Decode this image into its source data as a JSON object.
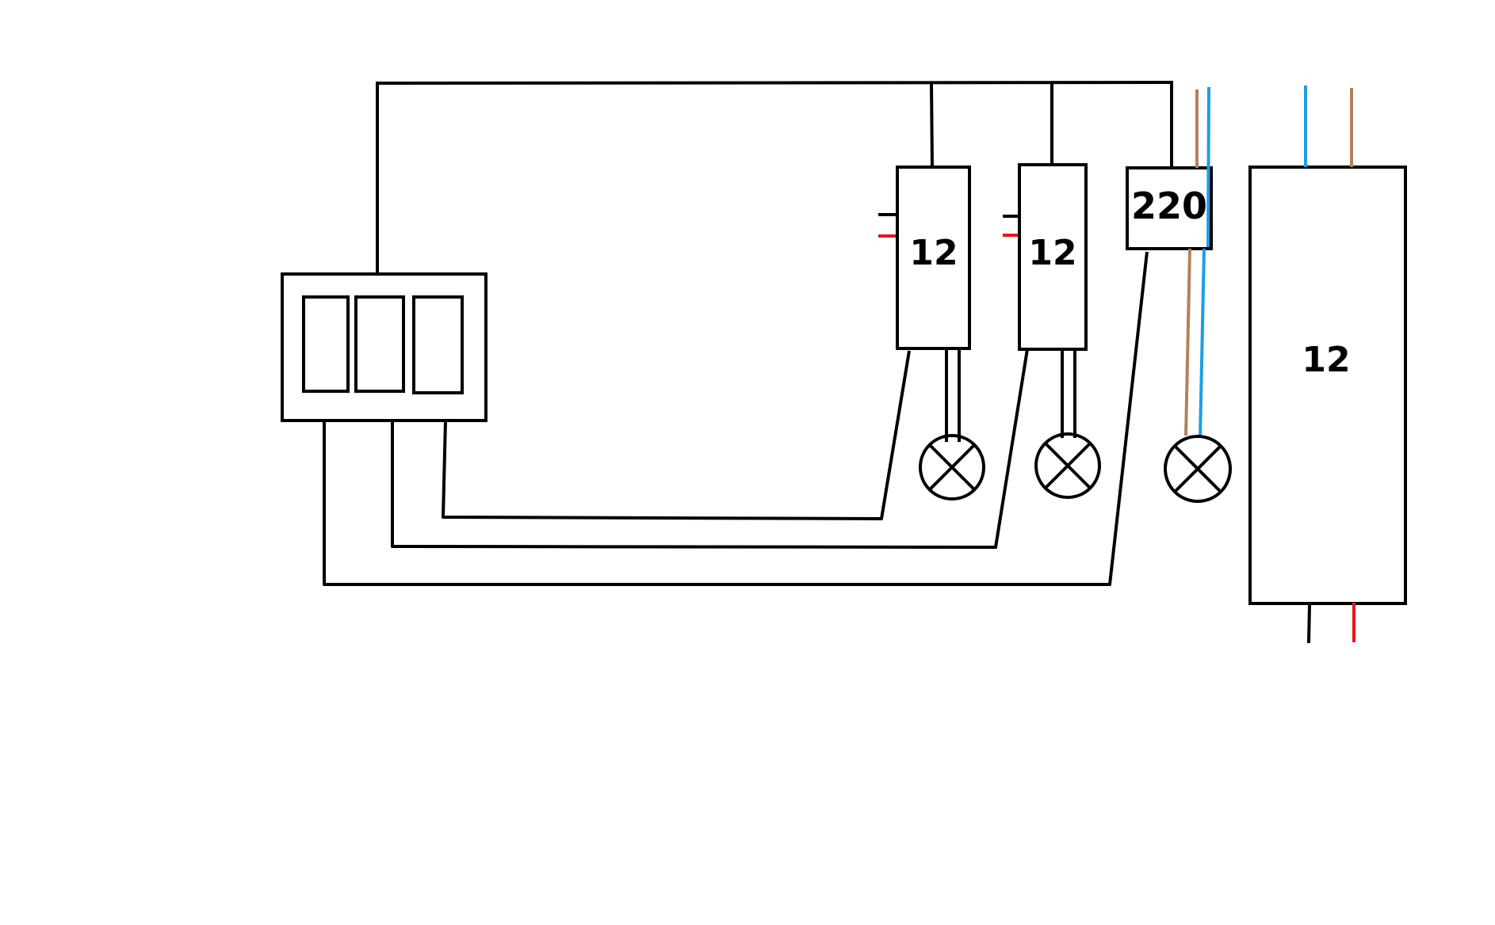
{
  "labels": {
    "driver_1": "12",
    "driver_2": "12",
    "transformer_220": "220",
    "power_supply": "12"
  },
  "colors": {
    "wire_black": "#000000",
    "wire_red": "#e8151b",
    "wire_brown": "#b5805a",
    "wire_blue": "#1a9ee8",
    "background": "#ffffff"
  },
  "icons": {
    "lamp": "lamp-cross-icon",
    "switch": "triple-switch-icon"
  }
}
